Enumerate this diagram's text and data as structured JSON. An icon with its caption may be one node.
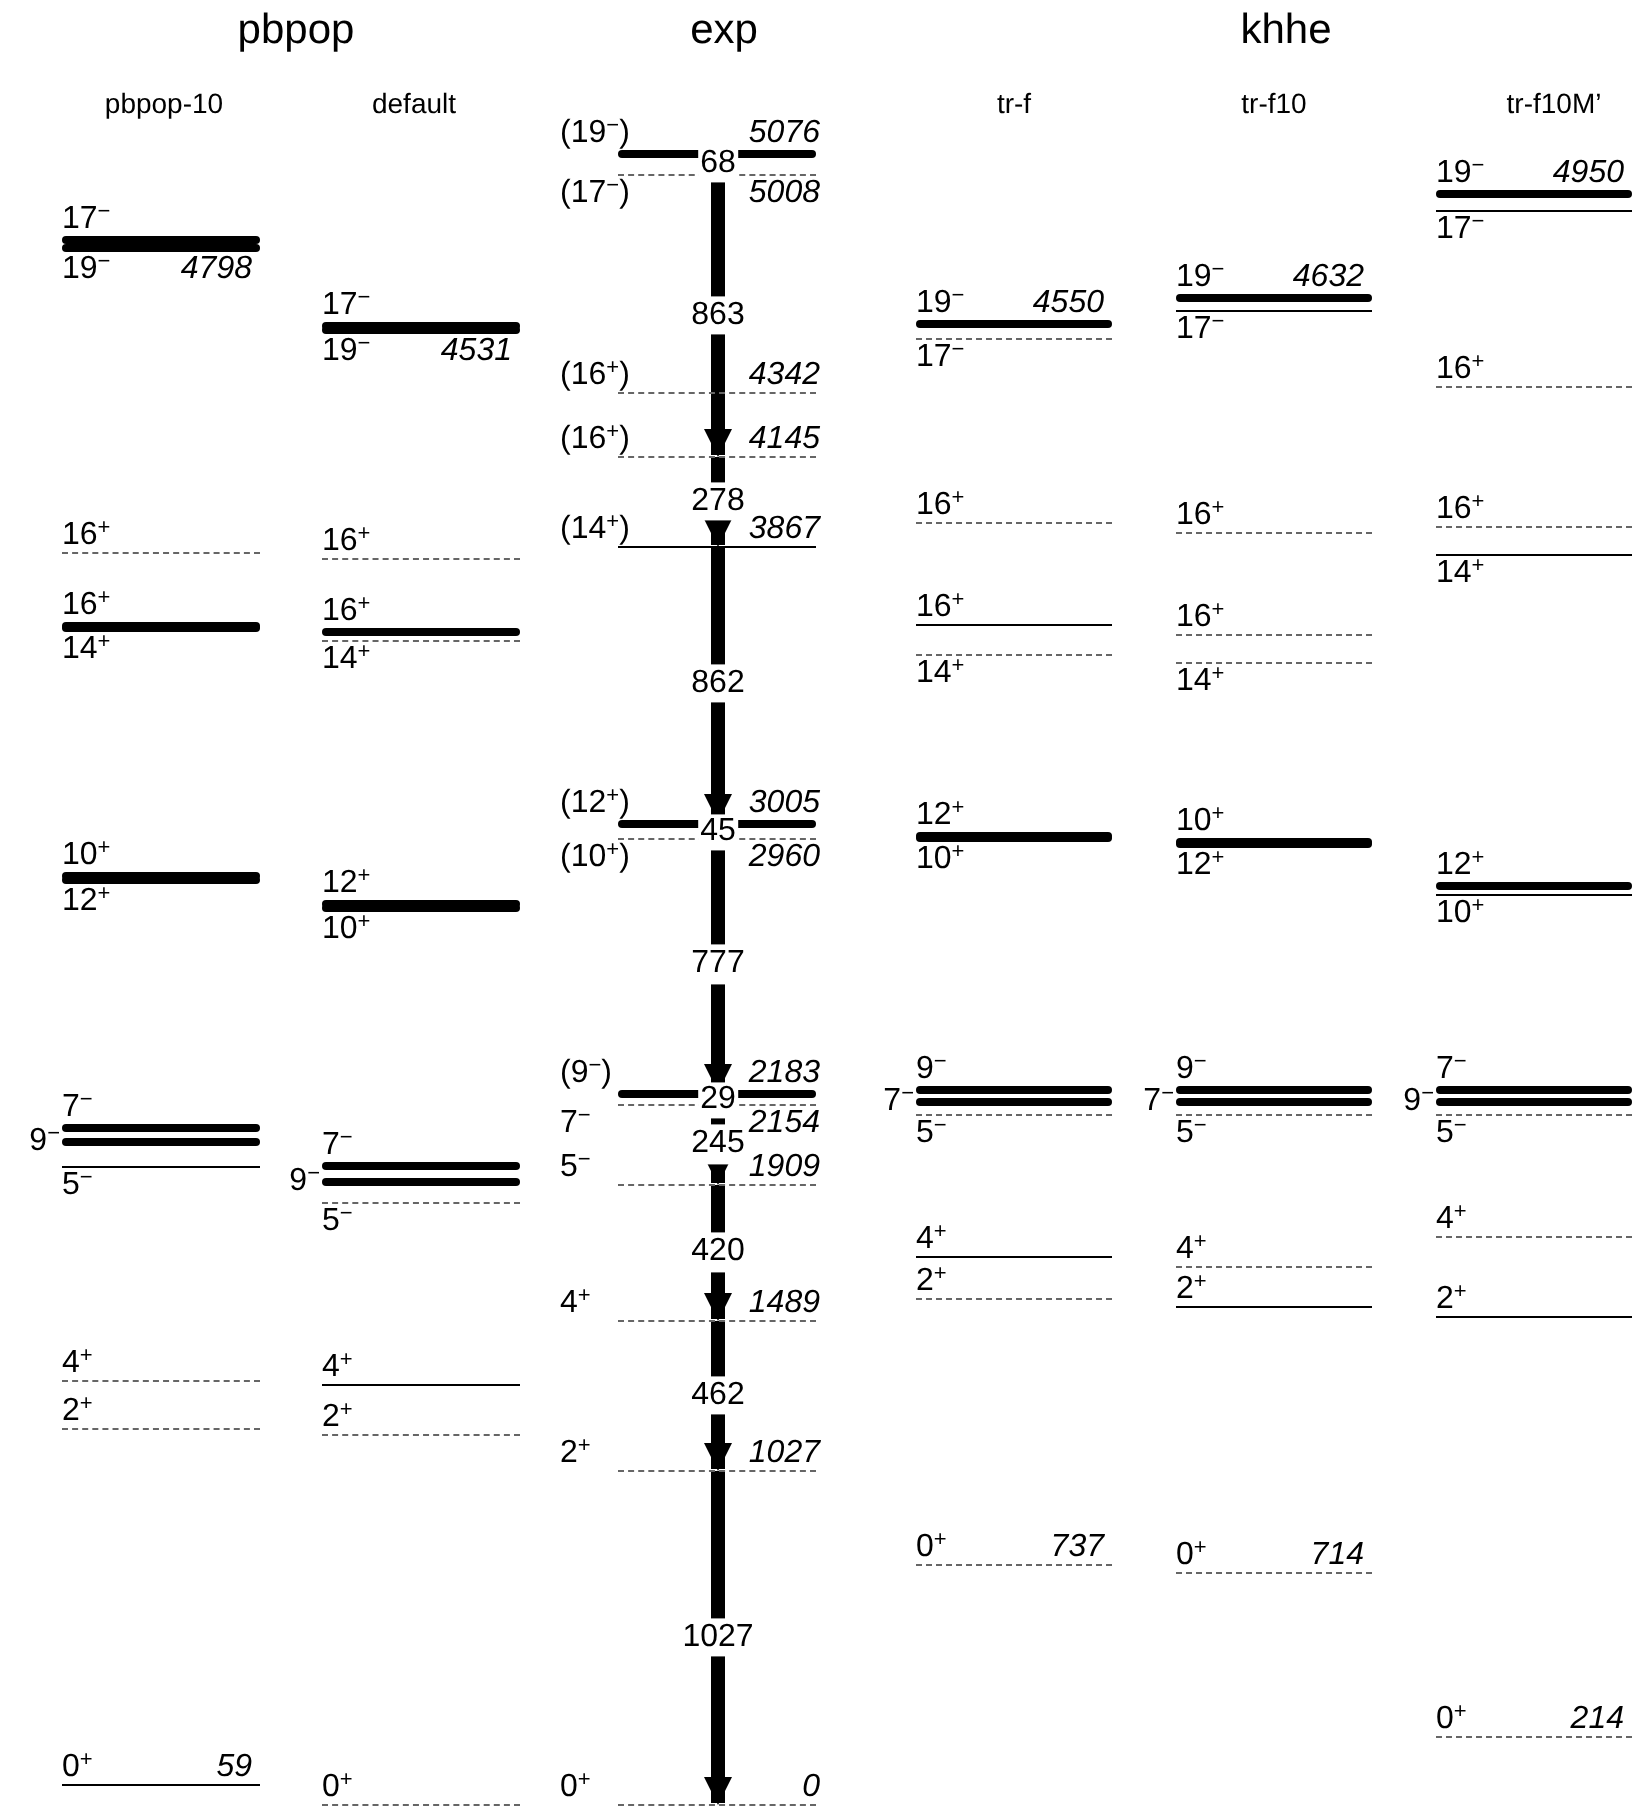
{
  "diagram": {
    "nodes": [
      {
        "text": [
          "17$^{−}$"
        ]
      },
      {
        "text": [
          "19$^{−}$",
          "4798"
        ]
      },
      {
        "text": [
          "16$^{+}$"
        ]
      },
      {
        "text": [
          "16$^{+}$"
        ]
      },
      {
        "text": [
          "14$^{+}$"
        ]
      },
      {
        "text": [
          "10$^{+}$"
        ]
      },
      {
        "text": [
          "12$^{+}$"
        ]
      },
      {
        "text": [
          "7$^{−}$"
        ]
      },
      {
        "text": [
          "9$^{−}$"
        ]
      },
      {
        "text": [
          "5$^{−}$"
        ]
      },
      {
        "text": [
          "4$^{+}$"
        ]
      },
      {
        "text": [
          "2$^{+}$"
        ]
      },
      {
        "text": [
          "0$^{+}$",
          "59"
        ]
      },
      {
        "text": [
          "17$^{−}$"
        ]
      },
      {
        "text": [
          "19$^{−}$",
          "4531"
        ]
      },
      {
        "text": [
          "16$^{+}$"
        ]
      },
      {
        "text": [
          "16$^{+}$"
        ]
      },
      {
        "text": [
          "14$^{+}$"
        ]
      },
      {
        "text": [
          "12$^{+}$"
        ]
      },
      {
        "text": [
          "10$^{+}$"
        ]
      },
      {
        "text": [
          "7$^{−}$"
        ]
      },
      {
        "text": [
          "9$^{−}$"
        ]
      },
      {
        "text": [
          "5$^{−}$"
        ]
      },
      {
        "text": [
          "4$^{+}$"
        ]
      },
      {
        "text": [
          "2$^{+}$"
        ]
      },
      {
        "text": [
          "0$^{+}$"
        ]
      },
      {
        "text": [
          "(19$^{−}$)",
          "5076"
        ]
      },
      {
        "text": [
          "(17$^{−}$)",
          "5008"
        ]
      },
      {
        "text": [
          "(16$^{+}$)",
          "4342"
        ]
      },
      {
        "text": [
          "(16$^{+}$)",
          "4145"
        ]
      },
      {
        "text": [
          "(14$^{+}$)",
          "3867"
        ]
      },
      {
        "text": [
          "(12$^{+}$)",
          "3005"
        ]
      },
      {
        "text": [
          "(10$^{+}$)",
          "2960"
        ]
      },
      {
        "text": [
          "(9$^{−}$)",
          "2183"
        ]
      },
      {
        "text": [
          "7$^{−}$",
          "2154"
        ]
      },
      {
        "text": [
          "5$^{−}$",
          "1909"
        ]
      },
      {
        "text": [
          "4$^{+}$",
          "1489"
        ]
      },
      {
        "text": [
          "2$^{+}$",
          "1027"
        ]
      },
      {
        "text": [
          "0$^{+}$",
          "0"
        ]
      },
      {
        "text": [
          "19$^{−}$",
          "4550"
        ]
      },
      {
        "text": [
          "17$^{−}$"
        ]
      },
      {
        "text": [
          "16$^{+}$"
        ]
      },
      {
        "text": [
          "16$^{+}$"
        ]
      },
      {
        "text": [
          "14$^{+}$"
        ]
      },
      {
        "text": [
          "12$^{+}$"
        ]
      },
      {
        "text": [
          "10$^{+}$"
        ]
      },
      {
        "text": [
          "9$^{−}$"
        ]
      },
      {
        "text": [
          "7$^{−}$"
        ]
      },
      {
        "text": [
          "5$^{−}$"
        ]
      },
      {
        "text": [
          "4$^{+}$"
        ]
      },
      {
        "text": [
          "2$^{+}$"
        ]
      },
      {
        "text": [
          "0$^{+}$",
          "737"
        ]
      },
      {
        "text": [
          "19$^{−}$",
          "4632"
        ]
      },
      {
        "text": [
          "17$^{−}$"
        ]
      },
      {
        "text": [
          "16$^{+}$"
        ]
      },
      {
        "text": [
          "16$^{+}$"
        ]
      },
      {
        "text": [
          "14$^{+}$"
        ]
      },
      {
        "text": [
          "10$^{+}$"
        ]
      },
      {
        "text": [
          "12$^{+}$"
        ]
      },
      {
        "text": [
          "9$^{−}$"
        ]
      },
      {
        "text": [
          "7$^{−}$"
        ]
      },
      {
        "text": [
          "5$^{−}$"
        ]
      },
      {
        "text": [
          "4$^{+}$"
        ]
      },
      {
        "text": [
          "2$^{+}$"
        ]
      },
      {
        "text": [
          "0$^{+}$",
          "714"
        ]
      },
      {
        "text": [
          "19$^{−}$",
          "4950"
        ]
      },
      {
        "text": [
          "17$^{−}$"
        ]
      },
      {
        "text": [
          "16$^{+}$"
        ]
      },
      {
        "text": [
          "16$^{+}$"
        ]
      },
      {
        "text": [
          "14$^{+}$"
        ]
      },
      {
        "text": [
          "12$^{+}$"
        ]
      },
      {
        "text": [
          "10$^{+}$"
        ]
      },
      {
        "text": [
          "7$^{−}$"
        ]
      },
      {
        "text": [
          "9$^{−}$"
        ]
      },
      {
        "text": [
          "5$^{−}$"
        ]
      },
      {
        "text": [
          "4$^{+}$"
        ]
      },
      {
        "text": [
          "2$^{+}$"
        ]
      },
      {
        "text": [
          "0$^{+}$",
          "214"
        ]
      }
    ],
    "edges": [
      {
        "from": 27,
        "to": 29,
        "arrow": "to",
        "label": "863"
      },
      {
        "from": 29,
        "to": 30,
        "arrow": "to",
        "label": "278"
      },
      {
        "from": 30,
        "to": 31,
        "arrow": "to",
        "label": "862"
      },
      {
        "from": 32,
        "to": 33,
        "arrow": "to",
        "label": "777"
      },
      {
        "from": 34,
        "to": 35,
        "arrow": "to",
        "label": "245"
      },
      {
        "from": 35,
        "to": 36,
        "arrow": "to",
        "label": "420"
      },
      {
        "from": 36,
        "to": 37,
        "arrow": "to",
        "label": "462"
      },
      {
        "from": 37,
        "to": 38,
        "arrow": "to",
        "label": "1027"
      }
    ],
    "labels": [
      "pbpop",
      "exp",
      "khhe",
      "pbpop-10",
      "default",
      "tr-f",
      "tr-f10",
      "tr-f10M’",
      "68",
      "45",
      "29"
    ]
  }
}
